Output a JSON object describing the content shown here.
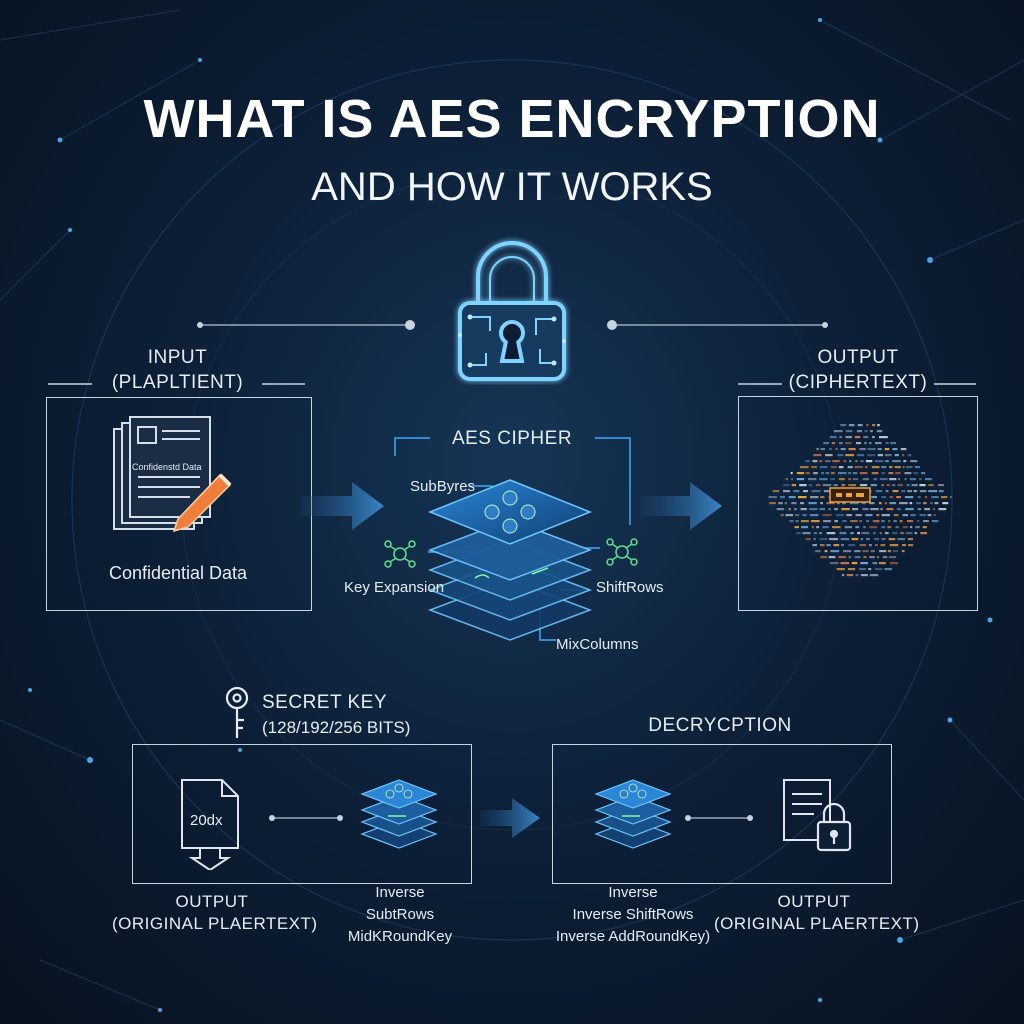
{
  "title": "WHAT IS AES ENCRYPTION",
  "subtitle": "AND HOW IT WORKS",
  "input": {
    "heading_line1": "INPUT",
    "heading_line2": "(PLAPLTIENT)",
    "doc_label": "Confidenstd Data",
    "caption": "Confidential Data"
  },
  "cipher": {
    "heading": "AES CIPHER",
    "subbytes": "SubByres",
    "key_expansion": "Key Expansion",
    "shiftrows": "ShiftRows",
    "mixcolumns": "MixColumns"
  },
  "output": {
    "heading_line1": "OUTPUT",
    "heading_line2": "(CIPHERTEXT)"
  },
  "secret_key": {
    "line1": "SECRET KEY",
    "line2": "(128/192/256 BITS)"
  },
  "decryption_heading": "DECRYCPTION",
  "bottom_left": {
    "file_label": "20dx",
    "caption_line1": "OUTPUT",
    "caption_line2": "(ORIGINAL PLAERTEXT)",
    "steps_line1": "Inverse",
    "steps_line2": "SubtRows",
    "steps_line3": "MidKRoundKey"
  },
  "bottom_right": {
    "steps_line1": "Inverse",
    "steps_line2": "Inverse ShiftRows",
    "steps_line3": "Inverse AddRoundKey)",
    "caption_line1": "OUTPUT",
    "caption_line2": "(ORIGINAL PLAERTEXT)"
  },
  "colors": {
    "accent": "#3fa9f5",
    "glow": "#5cc8ff",
    "arrow": "#2f6fa8",
    "frame": "#c9d3de",
    "highlight": "#e8a33b"
  }
}
